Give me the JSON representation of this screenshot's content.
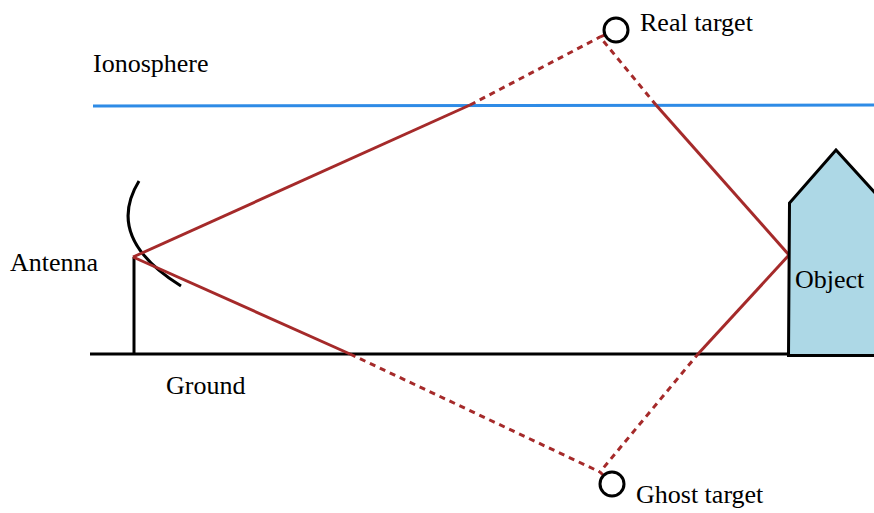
{
  "diagram": {
    "nodes": [
      {
        "text": [
          "Real target"
        ]
      },
      {
        "text": [
          "Object"
        ]
      },
      {
        "text": [
          "Ghost target"
        ]
      }
    ],
    "edges": [
      {
        "from": 0,
        "to": 1,
        "arrow": "none"
      },
      {
        "from": 2,
        "to": 1,
        "arrow": "none"
      }
    ],
    "labels": [
      "Ionosphere",
      "Antenna",
      "Ground"
    ]
  }
}
